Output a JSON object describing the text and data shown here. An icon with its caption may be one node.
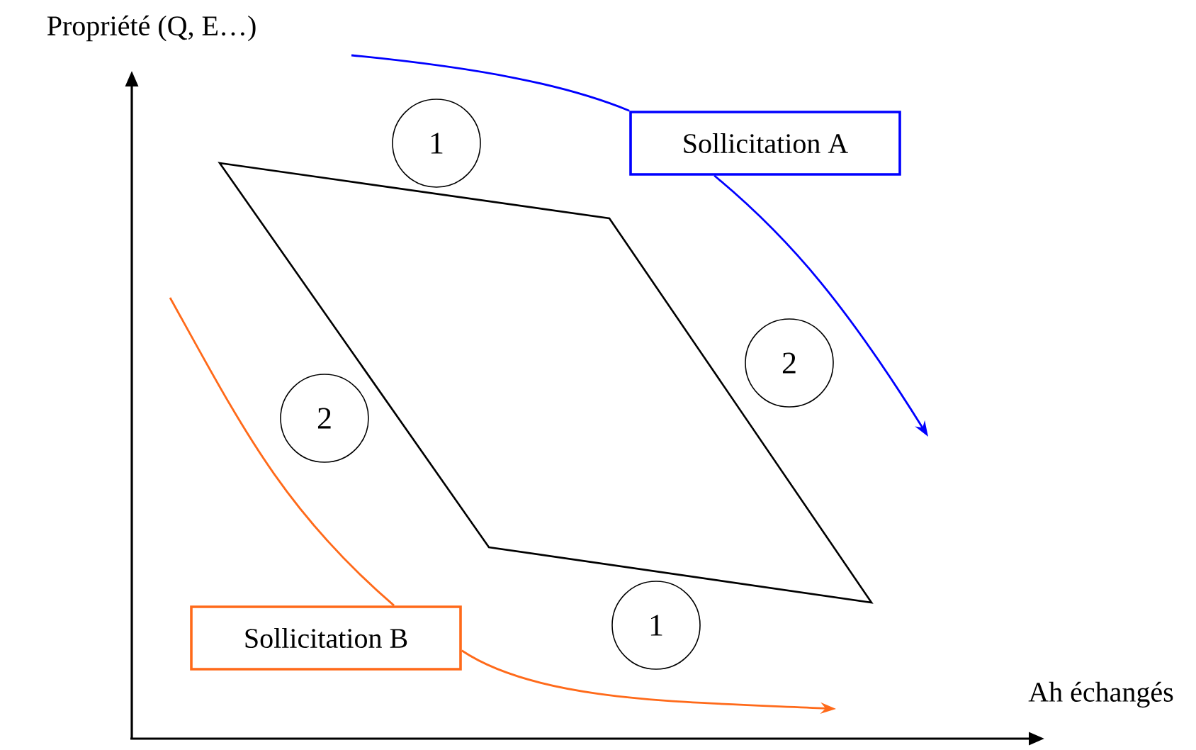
{
  "diagram": {
    "nodes": [
      {
        "text": [
          "Sollicitation A"
        ]
      },
      {
        "text": [
          "1"
        ]
      },
      {
        "text": [
          "2"
        ]
      },
      {
        "text": [
          "2"
        ]
      },
      {
        "text": [
          "1"
        ]
      },
      {
        "text": [
          "Sollicitation B"
        ]
      }
    ],
    "edges": [
      {
        "from": null,
        "to": 0,
        "arrow": "none",
        "color": "#0000ff"
      },
      {
        "from": 0,
        "to": null,
        "arrow": "to",
        "color": "#0000ff"
      },
      {
        "from": null,
        "to": 5,
        "arrow": "none",
        "color": "#ff6a1a"
      },
      {
        "from": 5,
        "to": null,
        "arrow": "to",
        "color": "#ff6a1a"
      }
    ],
    "labels": [
      "Propriété (Q, E…)",
      "Ah échangés"
    ]
  }
}
